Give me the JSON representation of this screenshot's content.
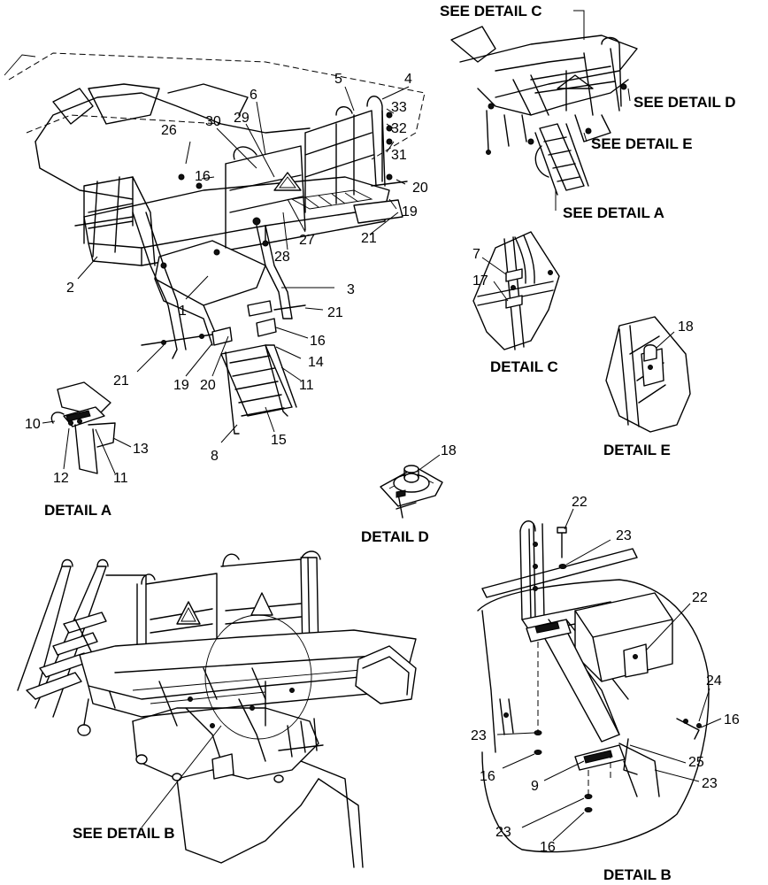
{
  "callouts": {
    "c1": "1",
    "c2": "2",
    "c3": "3",
    "c4": "4",
    "c5": "5",
    "c6": "6",
    "c7": "7",
    "c8": "8",
    "c9": "9",
    "c10": "10",
    "c11": "11",
    "c12": "12",
    "c13": "13",
    "c14": "14",
    "c15": "15",
    "c16": "16",
    "c17": "17",
    "c18": "18",
    "c19": "19",
    "c20": "20",
    "c21": "21",
    "c22": "22",
    "c23": "23",
    "c24": "24",
    "c25": "25",
    "c26": "26",
    "c27": "27",
    "c28": "28",
    "c29": "29",
    "c30": "30",
    "c31": "31",
    "c32": "32",
    "c33": "33"
  },
  "captions": {
    "see_c": "SEE DETAIL  C",
    "see_d": "SEE DETAIL  D",
    "see_e": "SEE DETAIL  E",
    "see_a": "SEE DETAIL  A",
    "see_b": "SEE DETAIL  B",
    "detail_a": "DETAIL  A",
    "detail_b": "DETAIL  B",
    "detail_c": "DETAIL  C",
    "detail_d": "DETAIL  D",
    "detail_e": "DETAIL  E"
  }
}
